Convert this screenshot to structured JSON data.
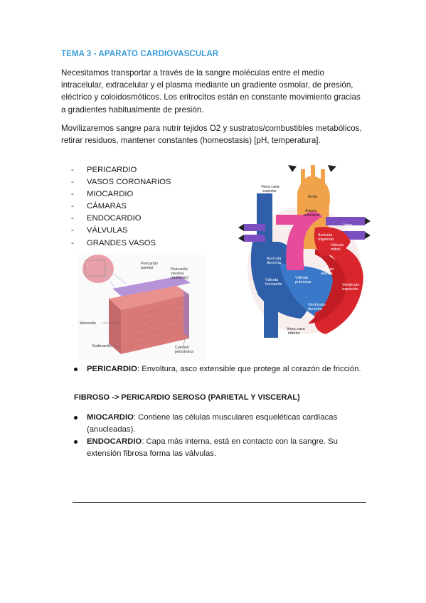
{
  "title": "TEMA 3 - APARATO CARDIOVASCULAR",
  "paragraphs": {
    "p1": "Necesitamos transportar a través de la sangre moléculas entre el medio intracelular, extracelular y el plasma mediante un gradiente osmolar, de presión, eléctrico y coloidosmóticos. Los eritrocitos están en constante movimiento gracias a gradientes habitualmente de presión.",
    "p2": "Movilizaremos sangre para nutrir tejidos O2 y sustratos/combustibles metabólicos, retirar residuos, mantener constantes (homeostasis) [pH, temperatura]."
  },
  "list": [
    "PERICARDIO",
    "VASOS CORONARIOS",
    "MIOCARDIO",
    "CÁMARAS",
    "ENDOCARDIO",
    "VÁLVULAS",
    "GRANDES VASOS"
  ],
  "heart_labels": {
    "vena_cava_superior_1": "Vena cava",
    "vena_cava_superior_2": "superior",
    "aorta": "Aorta",
    "arteria_pulmonar_1": "Arteria",
    "arteria_pulmonar_2": "pulmonar",
    "auricula_izquierda_1": "Aurícula",
    "auricula_izquierda_2": "izquierda",
    "vena_pulmonar_1": "Vena",
    "vena_pulmonar_2": "pulmonar",
    "valvula_mitral_1": "Válvula",
    "valvula_mitral_2": "mitral",
    "auricula_derecha_1": "Aurícula",
    "auricula_derecha_2": "derecha",
    "valvula_aortica_1": "Válvula",
    "valvula_aortica_2": "aórtica",
    "valvula_tricuspide_1": "Válvula",
    "valvula_tricuspide_2": "tricúspide",
    "valvula_pulmonar_1": "Válvula",
    "valvula_pulmonar_2": "pulmonar",
    "ventriculo_izquierdo_1": "Ventrículo",
    "ventriculo_izquierdo_2": "izquierdo",
    "ventriculo_derecho_1": "Ventrículo",
    "ventriculo_derecho_2": "derecho",
    "vena_cava_inferior_1": "Vena cava",
    "vena_cava_inferior_2": "inferior"
  },
  "pericardio_labels": {
    "pericardio_parietal_1": "Pericardio",
    "pericardio_parietal_2": "parietal",
    "pericardio_visceral_1": "Pericardio",
    "pericardio_visceral_2": "visceral",
    "pericardio_visceral_3": "(epicardio)",
    "miocardio": "Miocardio",
    "endocardio": "Endocardio",
    "cavidad_1": "Cavidad",
    "cavidad_2": "pericárdica"
  },
  "bullets": {
    "pericardio_term": "PERICARDIO",
    "pericardio_text": ": Envoltura, asco extensible que protege al corazón de fricción.",
    "fibroso": "FIBROSO -> PERICARDIO SEROSO (PARIETAL Y VISCERAL)",
    "miocardio_term": "MIOCARDIO",
    "miocardio_text": ": Contiene las células musculares esqueléticas cardíacas (anucleadas).",
    "endocardio_term": "ENDOCARDIO",
    "endocardio_text": ": Capa más interna, está en contacto con la sangre. Su extensión fibrosa forma las válvulas."
  },
  "colors": {
    "title": "#3a9bd6",
    "oxygenated": "#d9262c",
    "deoxygenated": "#2f5fa8",
    "aorta": "#f0a34a",
    "pulmonary_artery": "#e94b9c",
    "pulmonary_vein": "#7b4fc2"
  }
}
